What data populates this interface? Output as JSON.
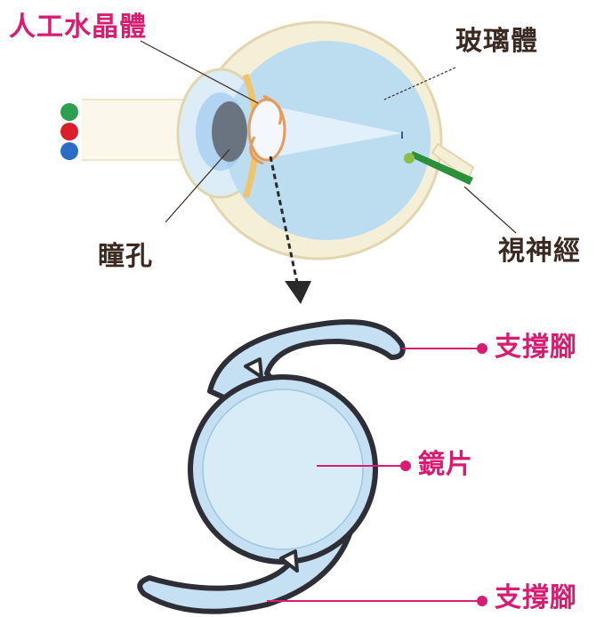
{
  "labels": {
    "artificial_lens": "人工水晶體",
    "vitreous": "玻璃體",
    "pupil": "瞳孔",
    "optic_nerve": "視神經",
    "haptic_top": "支撐腳",
    "optic": "鏡片",
    "haptic_bottom": "支撐腳"
  },
  "light_dots": [
    {
      "color": "#2e9e4f"
    },
    {
      "color": "#d81f2a"
    },
    {
      "color": "#2b6cc4"
    }
  ],
  "colors": {
    "label_dark": "#3a2a22",
    "label_pink": "#d81c72",
    "leader_pink": "#d81c72",
    "eye_outline": "#e8dcb8",
    "eye_fill": "#bcdcf0",
    "iol_fill": "#c4e0f2",
    "iol_outline": "#2e2e36"
  }
}
